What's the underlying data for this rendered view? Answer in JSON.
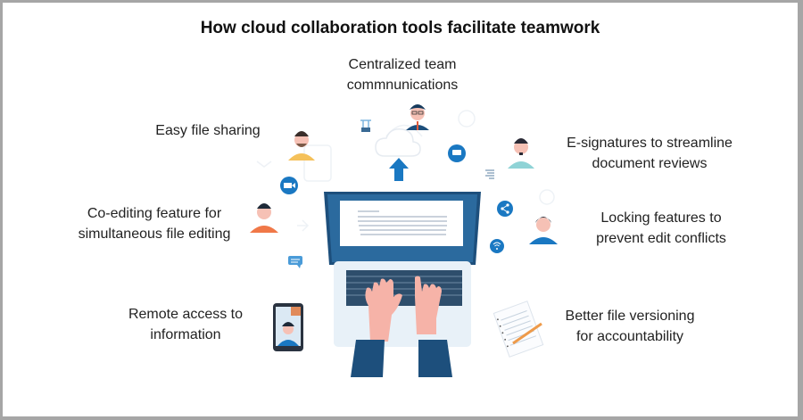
{
  "title": "How cloud collaboration tools facilitate teamwork",
  "features": [
    {
      "id": "centralized",
      "line1": "Centralized team",
      "line2": "commnunications"
    },
    {
      "id": "file-sharing",
      "line1": "Easy file sharing",
      "line2": ""
    },
    {
      "id": "e-signatures",
      "line1": "E-signatures to streamline",
      "line2": "document reviews"
    },
    {
      "id": "co-editing",
      "line1": "Co-editing feature for",
      "line2": "simultaneous file editing"
    },
    {
      "id": "locking",
      "line1": "Locking features to",
      "line2": "prevent edit conflicts"
    },
    {
      "id": "remote-access",
      "line1": "Remote access to",
      "line2": "information"
    },
    {
      "id": "versioning",
      "line1": "Better file versioning",
      "line2": "for accountability"
    }
  ],
  "colors": {
    "accent": "#1a78c2",
    "navy": "#1d4f7c",
    "dark_navy": "#163a5c",
    "skin": "#f6c1b5",
    "shirt_yellow": "#f5c15a",
    "shirt_orange": "#f07848",
    "shirt_teal": "#8fd3d6",
    "shirt_blue": "#1a78c2"
  }
}
